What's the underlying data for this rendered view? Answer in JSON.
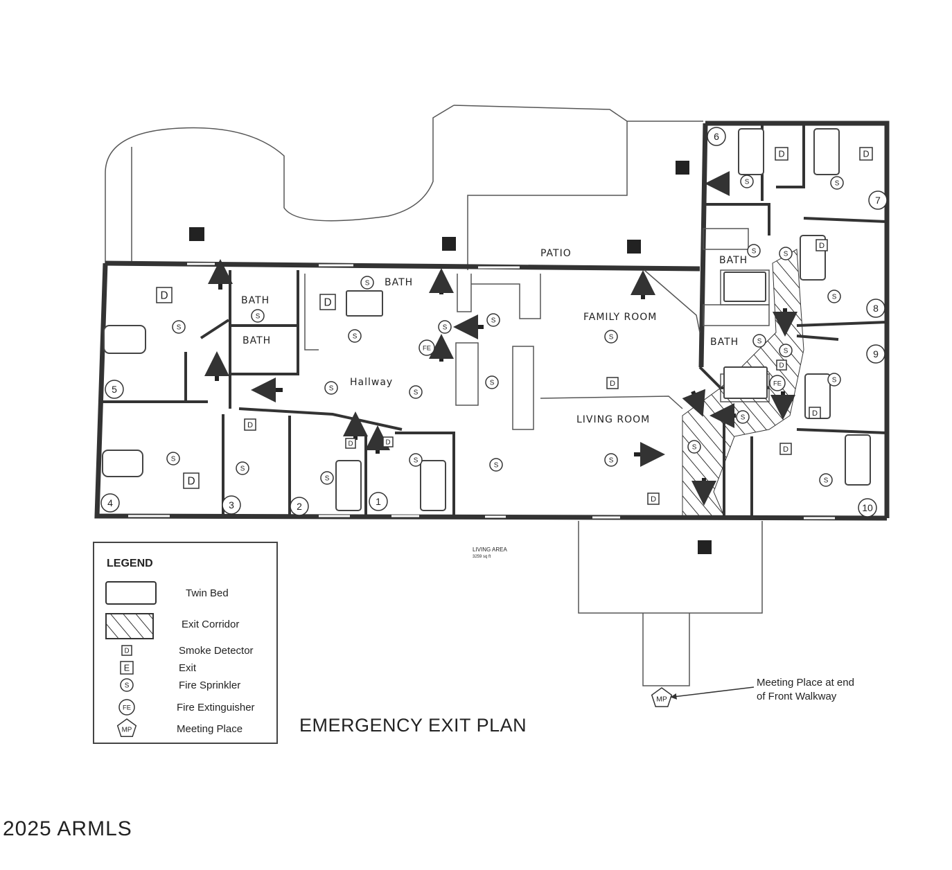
{
  "title": "EMERGENCY EXIT PLAN",
  "rooms": {
    "patio": "PATIO",
    "bath_a": "BATH",
    "bath_b": "BATH",
    "bath_c": "BATH",
    "bath_d": "BATH",
    "bath_e": "BATH",
    "hallway": "Hallway",
    "family_room": "FAMILY ROOM",
    "living_room": "LIVING ROOM"
  },
  "living_area_label": "LIVING AREA",
  "living_area_size": "3259 sq ft",
  "bedroom_numbers": [
    "1",
    "2",
    "3",
    "4",
    "5",
    "6",
    "7",
    "8",
    "9",
    "10"
  ],
  "legend": {
    "heading": "LEGEND",
    "items": [
      {
        "symbol": "twin-bed",
        "label": "Twin Bed"
      },
      {
        "symbol": "exit-corridor",
        "label": "Exit Corridor"
      },
      {
        "symbol": "D",
        "label": "Smoke Detector"
      },
      {
        "symbol": "E",
        "label": "Exit"
      },
      {
        "symbol": "S",
        "label": "Fire Sprinkler"
      },
      {
        "symbol": "FE",
        "label": "Fire Extinguisher"
      },
      {
        "symbol": "MP",
        "label": "Meeting Place"
      }
    ]
  },
  "symbols": {
    "smoke_detector": "D",
    "sprinkler": "S",
    "extinguisher": "FE",
    "meeting_place": "MP",
    "exit": "E"
  },
  "meeting_note": [
    "Meeting Place at end",
    "of Front Walkway"
  ],
  "copyright": "2025 ARMLS"
}
